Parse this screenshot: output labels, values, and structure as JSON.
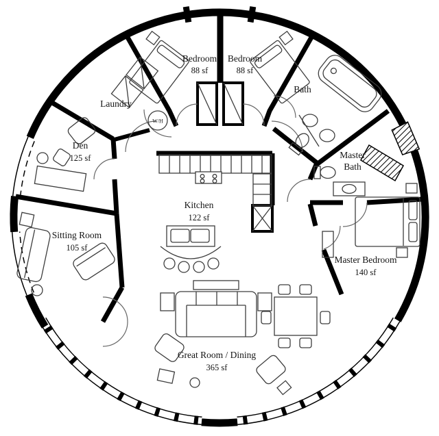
{
  "page": {
    "background": "#ffffff"
  },
  "colors": {
    "wall": "#000000",
    "furniture_line": "#3d3d3d",
    "door_arc": "#666666",
    "text": "#141414"
  },
  "rooms": {
    "bedroom_left": {
      "name": "Bedroom",
      "area": "88 sf"
    },
    "bedroom_right": {
      "name": "Bedroom",
      "area": "88 sf"
    },
    "bath": {
      "name": "Bath"
    },
    "laundry": {
      "name": "Laundry"
    },
    "den": {
      "name": "Den",
      "area": "125 sf"
    },
    "sitting_room": {
      "name": "Sitting Room",
      "area": "105 sf"
    },
    "kitchen": {
      "name": "Kitchen",
      "area": "122 sf"
    },
    "master_bath": {
      "name_line1": "Master",
      "name_line2": "Bath"
    },
    "master_bedroom": {
      "name": "Master Bedroom",
      "area": "140 sf"
    },
    "great_room": {
      "name": "Great Room / Dining",
      "area": "365 sf"
    }
  },
  "labels": {
    "water_heater": "W/H"
  }
}
